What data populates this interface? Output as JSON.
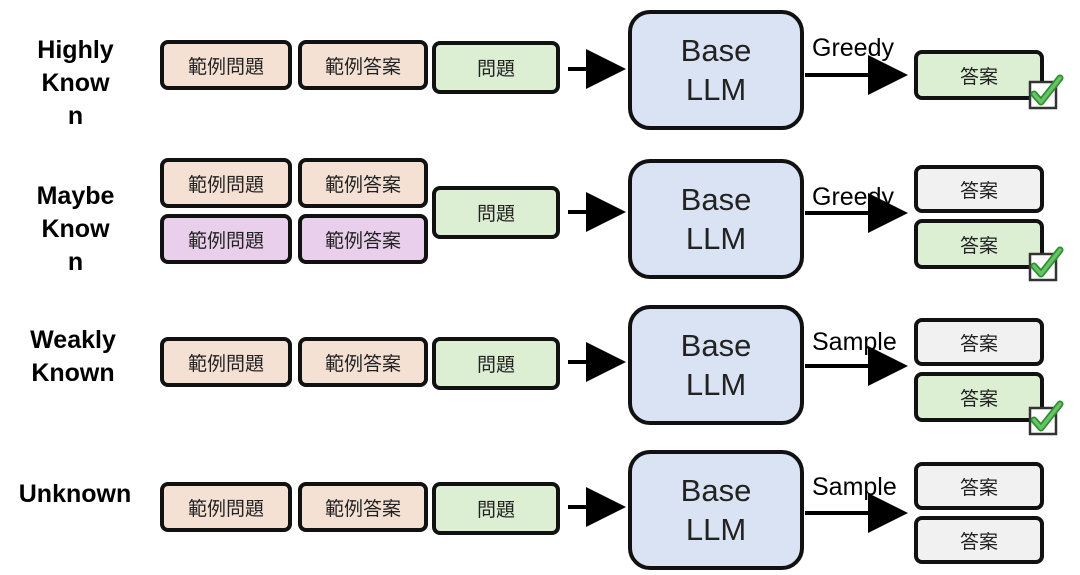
{
  "rows": [
    {
      "label": "Highly Know n",
      "label_lines": [
        "Highly",
        "Know",
        "n"
      ],
      "inputs_top": [
        "範例問題",
        "範例答案"
      ],
      "question": "問題",
      "llm": [
        "Base",
        "LLM"
      ],
      "decoding": "Greedy",
      "outputs": [
        "答案"
      ]
    },
    {
      "label": "Maybe Know n",
      "label_lines": [
        "Maybe",
        "Know",
        "n"
      ],
      "inputs_top": [
        "範例問題",
        "範例答案"
      ],
      "inputs_bottom": [
        "範例問題",
        "範例答案"
      ],
      "question": "問題",
      "llm": [
        "Base",
        "LLM"
      ],
      "decoding": "Greedy",
      "outputs": [
        "答案",
        "答案"
      ]
    },
    {
      "label": "Weakly Known",
      "label_lines": [
        "Weakly",
        "Known"
      ],
      "inputs_top": [
        "範例問題",
        "範例答案"
      ],
      "question": "問題",
      "llm": [
        "Base",
        "LLM"
      ],
      "decoding": "Sample",
      "outputs": [
        "答案",
        "答案"
      ]
    },
    {
      "label": "Unknown",
      "label_lines": [
        "Unknown"
      ],
      "inputs_top": [
        "範例問題",
        "範例答案"
      ],
      "question": "問題",
      "llm": [
        "Base",
        "LLM"
      ],
      "decoding": "Sample",
      "outputs": [
        "答案",
        "答案"
      ]
    }
  ],
  "colors": {
    "example_pair_a": "#f4e1d4",
    "example_pair_b": "#e9cfec",
    "question": "#dcefd3",
    "correct_answer": "#dcefd3",
    "other_answer": "#f1f1f1",
    "llm": "#d9e3f4",
    "check": "#3aa53a"
  },
  "icons": [
    "checkmark-icon"
  ]
}
